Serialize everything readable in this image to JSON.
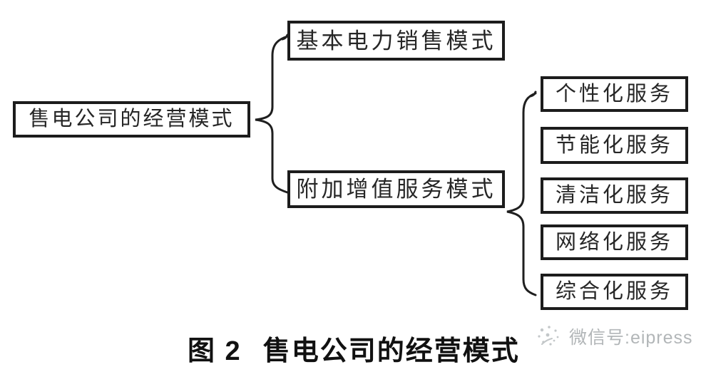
{
  "diagram": {
    "root": {
      "label": "售电公司的经营模式"
    },
    "branches": [
      {
        "label": "基本电力销售模式"
      },
      {
        "label": "附加增值服务模式"
      }
    ],
    "services": [
      {
        "label": "个性化服务"
      },
      {
        "label": "节能化服务"
      },
      {
        "label": "清洁化服务"
      },
      {
        "label": "网络化服务"
      },
      {
        "label": "综合化服务"
      }
    ]
  },
  "caption": {
    "figure_label": "图 2",
    "title": "售电公司的经营模式"
  },
  "watermark": {
    "icon": "publisher-dandelion-logo",
    "text": "微信号:eipress",
    "color": "#b2b6b8"
  },
  "colors": {
    "background": "#ffffff",
    "line": "#1f1f1f",
    "box_border": "#1c1c1c",
    "box_text": "#262626",
    "caption_text": "#111111"
  }
}
